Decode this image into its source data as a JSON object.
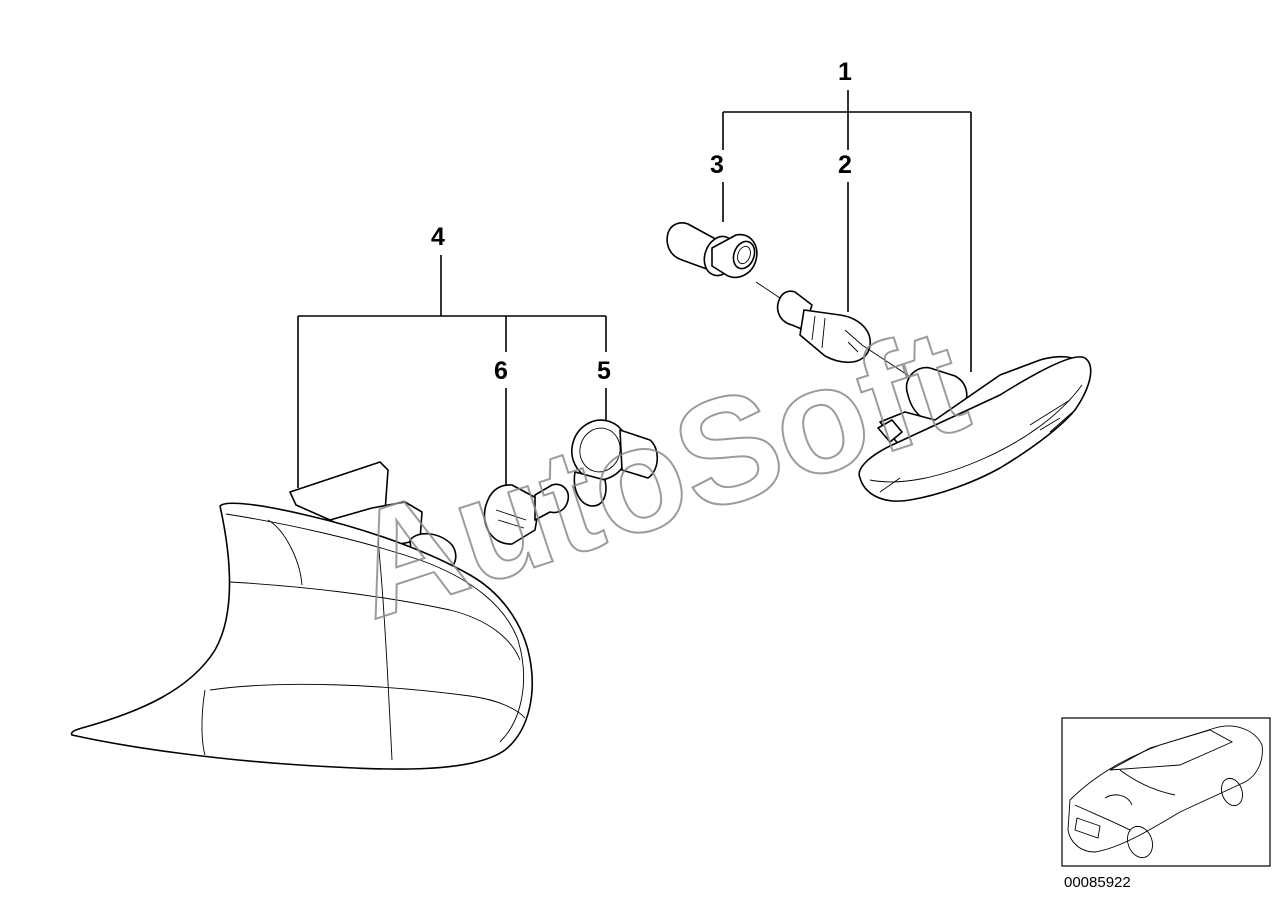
{
  "callouts": {
    "c1": "1",
    "c2": "2",
    "c3": "3",
    "c4": "4",
    "c5": "5",
    "c6": "6"
  },
  "watermark": "AutoSoft",
  "diagram_number": "00085922",
  "colors": {
    "line": "#000000",
    "watermark": "#8a8a8a",
    "background": "#ffffff"
  }
}
